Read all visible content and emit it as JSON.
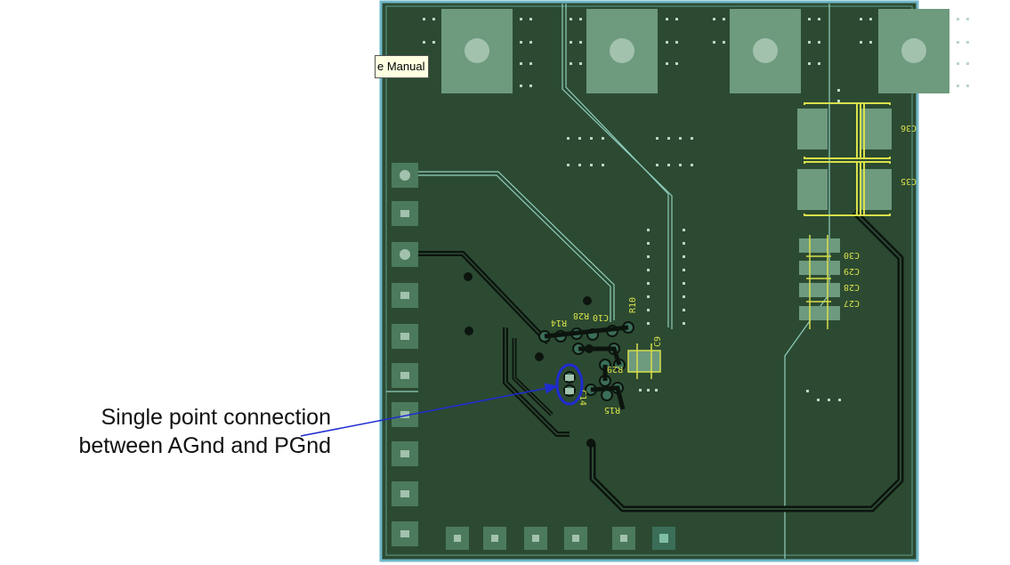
{
  "callout": {
    "line1": "Single point connection",
    "line2": "between AGnd and PGnd"
  },
  "tooltip": {
    "text": "e Manual"
  },
  "silkscreen": {
    "c36": "C36",
    "c35": "C35",
    "c30": "C30",
    "c29": "C29",
    "c28": "C28",
    "c27": "C27",
    "r10": "R10",
    "r14": "R14",
    "r28": "R28",
    "c10": "C10",
    "c9": "C9",
    "r29": "R29",
    "r15": "R15",
    "c14": "C14"
  },
  "colors": {
    "board": "#2c4a32",
    "board_border": "#6fb8c8",
    "trace": "#8fcfbf",
    "pad": "#6e9a7e",
    "silkscreen": "#d8e04a",
    "marker": "#1f2bd0",
    "callout_arrow": "#1f2bd0"
  }
}
